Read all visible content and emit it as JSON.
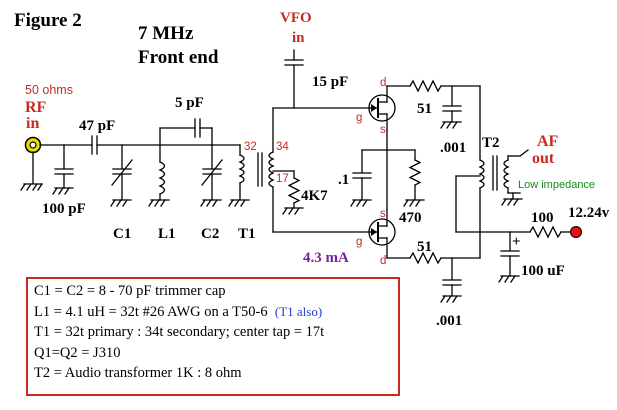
{
  "figure": {
    "label": "Figure 2",
    "title_line1": "7 MHz",
    "title_line2": "Front end"
  },
  "input": {
    "impedance": "50 ohms",
    "rf_line1": "RF",
    "rf_line2": "in"
  },
  "vfo": {
    "line1": "VFO",
    "line2": "in",
    "cap": "15 pF"
  },
  "components": {
    "c47": "47 pF",
    "c5": "5 pF",
    "c100": "100 pF",
    "c1": "C1",
    "l1": "L1",
    "c2": "C2",
    "t1": "T1",
    "tap32": "32",
    "tap34": "34",
    "tap17": "17",
    "r4k7": "4K7",
    "c_point1": ".1",
    "r470": "470",
    "r51_top": "51",
    "r51_bot": "51",
    "c001_top": ".001",
    "c001_bot": ".001",
    "t2": "T2",
    "af_line1": "AF",
    "af_line2": "out",
    "low_imp": "Low impedance",
    "r100": "100",
    "supply": "12.24v",
    "c100uf": "100 uF",
    "plus": "+",
    "current": "4.3 mA",
    "q1_d": "d",
    "q1_g": "g",
    "q1_s": "s",
    "q2_s": "s",
    "q2_g": "g",
    "q2_d": "d"
  },
  "notes": {
    "line1": "C1 = C2 = 8 - 70 pF trimmer cap",
    "line2": "L1 = 4.1 uH = 32t #26 AWG on a T50-6",
    "line2_highlight": "(T1 also)",
    "line3": "T1 = 32t primary : 34t secondary; center tap = 17t",
    "line4": "Q1=Q2 = J310",
    "line5": "T2 =  Audio transformer 1K : 8 ohm"
  },
  "colors": {
    "label_red": "#c82a22",
    "pin_red": "#c82a22",
    "blue": "#1d3fd0",
    "purple": "#7b1fa2",
    "green": "#188a18",
    "connector": "#e8e000",
    "terminal": "#e81010"
  }
}
